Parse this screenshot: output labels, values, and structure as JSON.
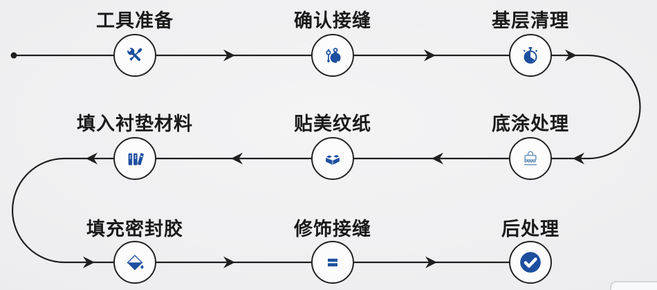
{
  "flow": {
    "steps": [
      {
        "label": "工具准备",
        "icon": "tools-icon"
      },
      {
        "label": "确认接缝",
        "icon": "plumb-level-icon"
      },
      {
        "label": "基层清理",
        "icon": "stopwatch-icon"
      },
      {
        "label": "底涂处理",
        "icon": "primer-brush-icon"
      },
      {
        "label": "贴美纹纸",
        "icon": "open-box-icon"
      },
      {
        "label": "填入衬垫材料",
        "icon": "binders-icon"
      },
      {
        "label": "填充密封胶",
        "icon": "paint-bucket-icon"
      },
      {
        "label": "修饰接缝",
        "icon": "equals-icon"
      },
      {
        "label": "后处理",
        "icon": "check-circle-icon"
      }
    ]
  },
  "colors": {
    "icon_primary_blue": "#1d4f9e",
    "icon_light_blue": "#6e93bb",
    "connector_line": "#1f1f1f",
    "label_text": "#1a1a1a",
    "node_fill": "#fcfcfd",
    "background": "#ececee"
  }
}
